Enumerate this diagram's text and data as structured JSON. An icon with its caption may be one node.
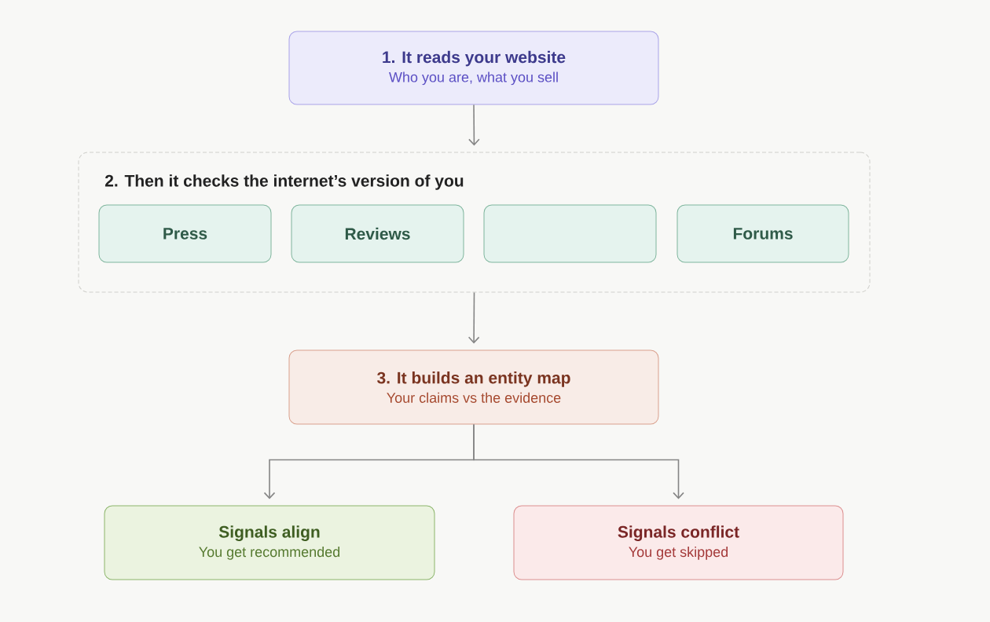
{
  "diagram": {
    "nodes": [
      {
        "text": [
          "1. It reads your website",
          "Who you are, what you sell"
        ]
      },
      {
        "text": [
          "2. Then it checks the internet’s version of you"
        ]
      },
      {
        "text": [
          "Press"
        ],
        "in": 1
      },
      {
        "text": [
          "Reviews"
        ],
        "in": 1
      },
      {
        "text": [],
        "shape": "box",
        "in": 1
      },
      {
        "text": [
          "Forums"
        ],
        "in": 1
      },
      {
        "text": [
          "3. It builds an entity map",
          "Your claims vs the evidence"
        ]
      },
      {
        "text": [
          "Signals align",
          "You get recommended"
        ]
      },
      {
        "text": [
          "Signals conflict",
          "You get skipped"
        ]
      }
    ],
    "edges": [
      {
        "from": 0,
        "to": 1,
        "arrow": "to"
      },
      {
        "from": 1,
        "to": 6,
        "arrow": "to"
      },
      {
        "from": 6,
        "to": 7,
        "arrow": "to"
      },
      {
        "from": 6,
        "to": 8,
        "arrow": "to"
      }
    ]
  }
}
